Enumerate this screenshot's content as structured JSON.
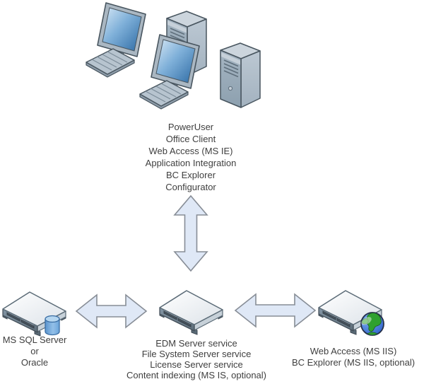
{
  "labels": {
    "client": [
      "PowerUser",
      "Office Client",
      "Web Access (MS IE)",
      "Application Integration",
      "BC Explorer",
      "Configurator"
    ],
    "database_server": [
      "MS SQL Server",
      "or",
      "Oracle"
    ],
    "edm_server": [
      "EDM Server service",
      "File System Server service",
      "License Server service",
      "Content indexing (MS IS, optional)"
    ],
    "web_server": [
      "Web Access (MS IIS)",
      "BC Explorer (MS IIS, optional)"
    ]
  },
  "icons": {
    "client_workstations": "desktop-computer-icon",
    "client_server_link": "vertical-double-arrow-icon",
    "db_edm_link": "horizontal-double-arrow-icon",
    "edm_web_link": "horizontal-double-arrow-icon",
    "database_server": "rack-server-icon",
    "edm_server": "rack-server-icon",
    "web_server": "rack-server-icon",
    "database": "database-cylinder-icon",
    "web": "globe-icon"
  },
  "colors": {
    "background": "#ffffff",
    "text": "#3f3f3f",
    "arrow_fill": "#dfe8f6",
    "arrow_stroke": "#878d96",
    "screen_blue_light": "#d6e7f5",
    "screen_blue_dark": "#2e6ba4",
    "chassis_gray": "#9fb0be",
    "server_front_gray": "#5c6c78",
    "database_blue": "#6ba4da",
    "globe_ocean_blue": "#2f63cf",
    "globe_land_green": "#2fa12f"
  }
}
